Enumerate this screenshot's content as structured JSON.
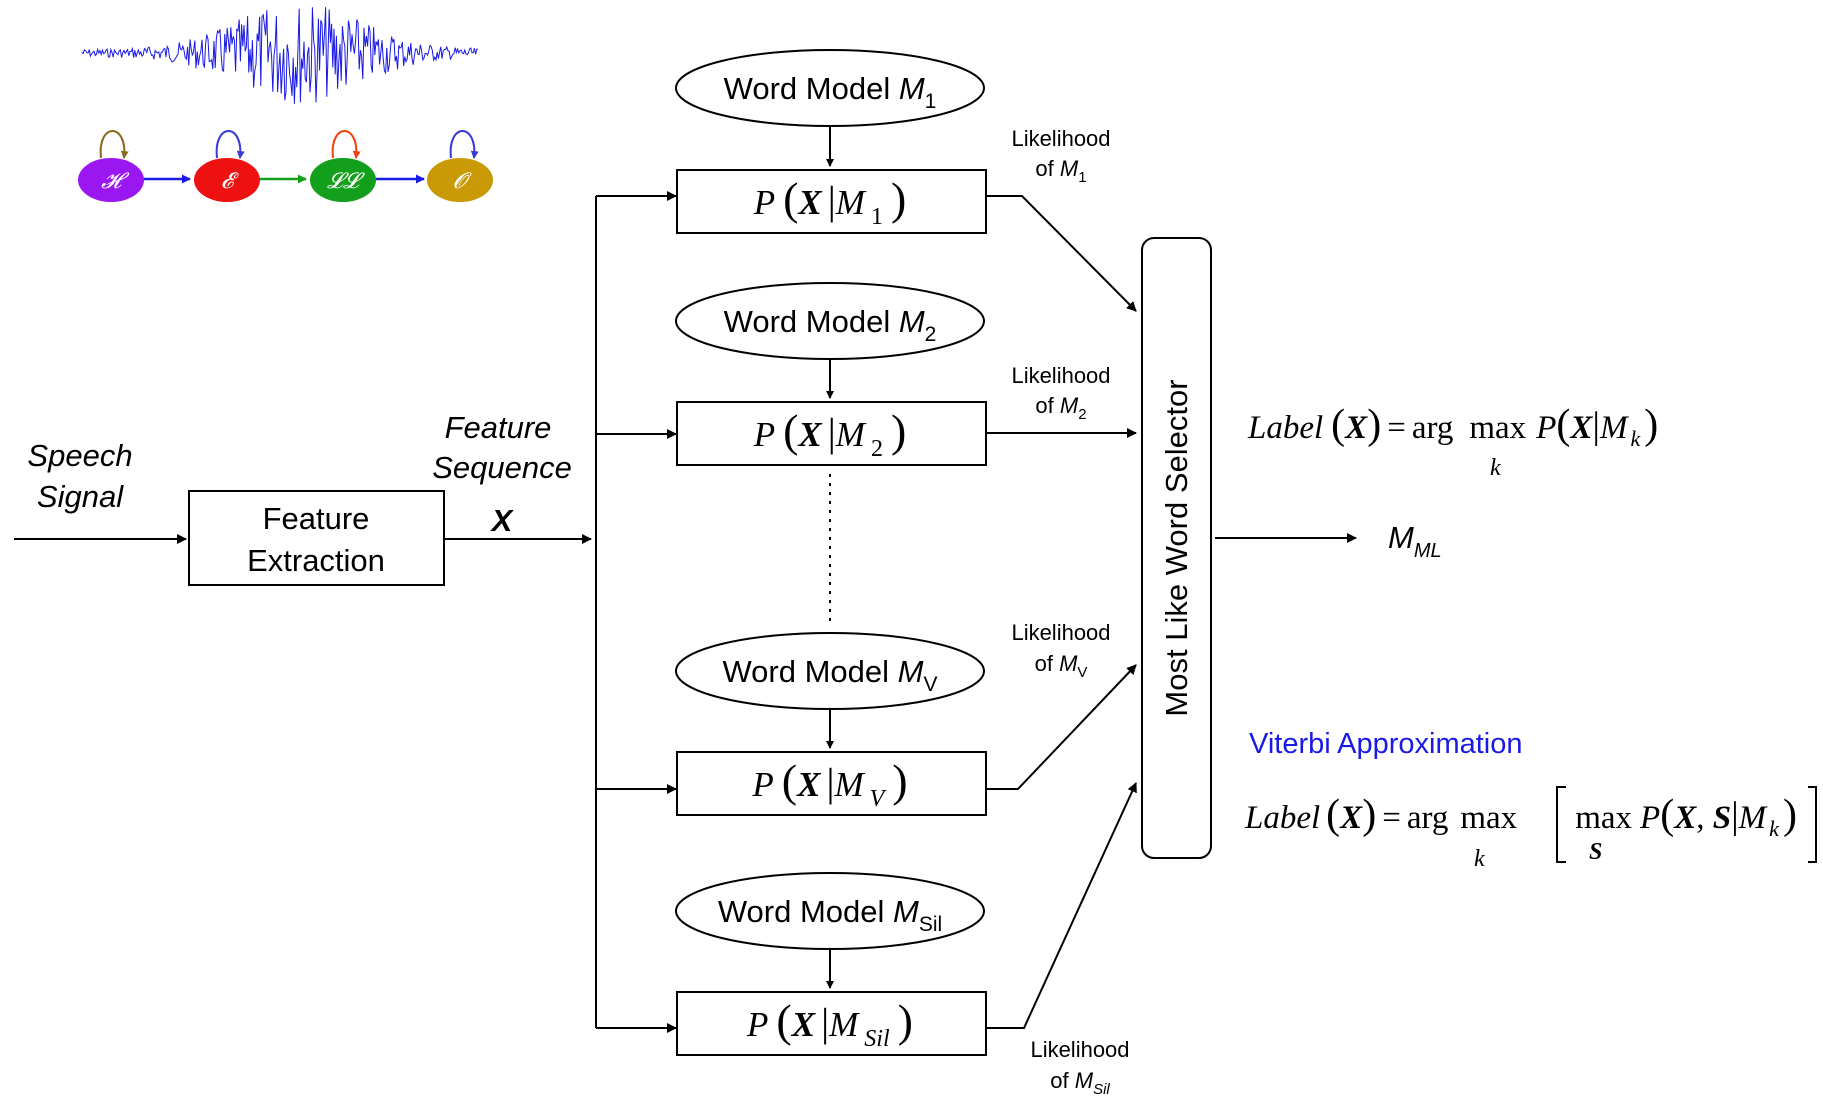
{
  "colors": {
    "wave": "#1a1ae6",
    "state_h": "#9a17f2",
    "state_e": "#ee1111",
    "state_ll": "#139f1c",
    "state_o": "#c99a06",
    "arrow_h_self": "#8a6a1a",
    "arrow_e_self": "#3a3ad8",
    "arrow_ll_self": "#ee4411",
    "arrow_o_self": "#3a3ad8",
    "link_blue": "#1a1ae6",
    "link_green": "#139f1c",
    "viterbi_text": "#1a1ae6",
    "line": "#000000"
  },
  "hmm": {
    "states": [
      "𝓗",
      "𝓔",
      "𝓛𝓛",
      "𝓞"
    ]
  },
  "input": {
    "speech_line1": "Speech",
    "speech_line2": "Signal"
  },
  "feature_box": {
    "line1": "Feature",
    "line2": "Extraction"
  },
  "feature_seq": {
    "line1": "Feature",
    "line2": "Sequence",
    "symbol": "X"
  },
  "models": [
    {
      "label": "Word Model ",
      "sym": "M",
      "sub": "1",
      "prob_p": "P",
      "prob_x": "X",
      "prob_m": "M",
      "prob_sub": "1",
      "lh_line1": "Likelihood",
      "lh_line2": "of ",
      "lh_sym": "M",
      "lh_sub": "1"
    },
    {
      "label": "Word Model ",
      "sym": "M",
      "sub": "2",
      "prob_p": "P",
      "prob_x": "X",
      "prob_m": "M",
      "prob_sub": "2",
      "lh_line1": "Likelihood",
      "lh_line2": "of ",
      "lh_sym": "M",
      "lh_sub": "2"
    },
    {
      "label": "Word Model ",
      "sym": "M",
      "sub": "V",
      "prob_p": "P",
      "prob_x": "X",
      "prob_m": "M",
      "prob_sub": "V",
      "lh_line1": "Likelihood",
      "lh_line2": "of ",
      "lh_sym": "M",
      "lh_sub": "V"
    },
    {
      "label": "Word Model ",
      "sym": "M",
      "sub": "Sil",
      "prob_p": "P",
      "prob_x": "X",
      "prob_m": "M",
      "prob_sub": "Sil",
      "lh_line1": "Likelihood",
      "lh_line2": "of ",
      "lh_sym": "M",
      "lh_sub": "Sil"
    }
  ],
  "selector": {
    "label": "Most Like Word Selector"
  },
  "output": {
    "sym": "M",
    "sub": "ML"
  },
  "formula1": {
    "label": "Label",
    "x": "X",
    "eq": "=",
    "arg": "arg",
    "max": "max",
    "k": "k",
    "p": "P",
    "m": "M",
    "mk": "k"
  },
  "viterbi": {
    "title": "Viterbi Approximation",
    "label": "Label",
    "x": "X",
    "eq": "=",
    "arg": "arg",
    "max": "max",
    "k": "k",
    "inner_max": "max",
    "s_under": "S",
    "p": "P",
    "s": "S",
    "m": "M",
    "mk": "k"
  }
}
